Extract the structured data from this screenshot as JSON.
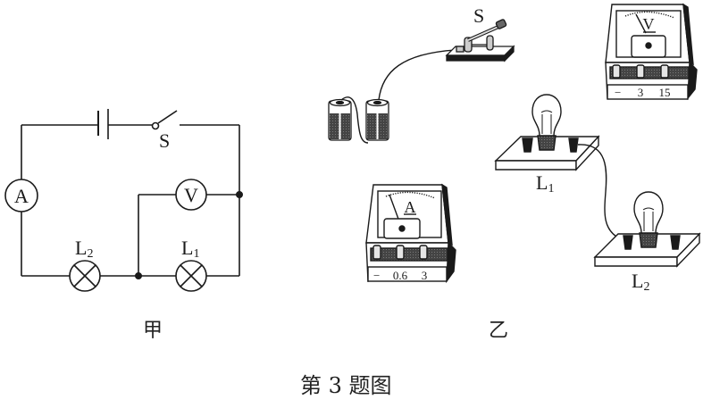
{
  "figure": {
    "caption": "第 3 题图",
    "panels": {
      "circuit_diagram": {
        "label": "甲",
        "switch_label": "S",
        "ammeter_symbol": "A",
        "voltmeter_symbol": "V",
        "lamp1_label": "L",
        "lamp1_sub": "1",
        "lamp2_label": "L",
        "lamp2_sub": "2"
      },
      "physical_circuit": {
        "label": "乙",
        "switch_label": "S",
        "voltmeter": {
          "symbol": "V",
          "terminals": [
            "−",
            "3",
            "15"
          ]
        },
        "ammeter": {
          "symbol": "A",
          "terminals": [
            "−",
            "0.6",
            "3"
          ]
        },
        "lamp1_label": "L",
        "lamp1_sub": "1",
        "lamp2_label": "L",
        "lamp2_sub": "2",
        "battery_cells": 2
      }
    }
  },
  "colors": {
    "ink": "#1a1a1a",
    "dark_fill": "#3a3a3a",
    "background": "#ffffff"
  }
}
